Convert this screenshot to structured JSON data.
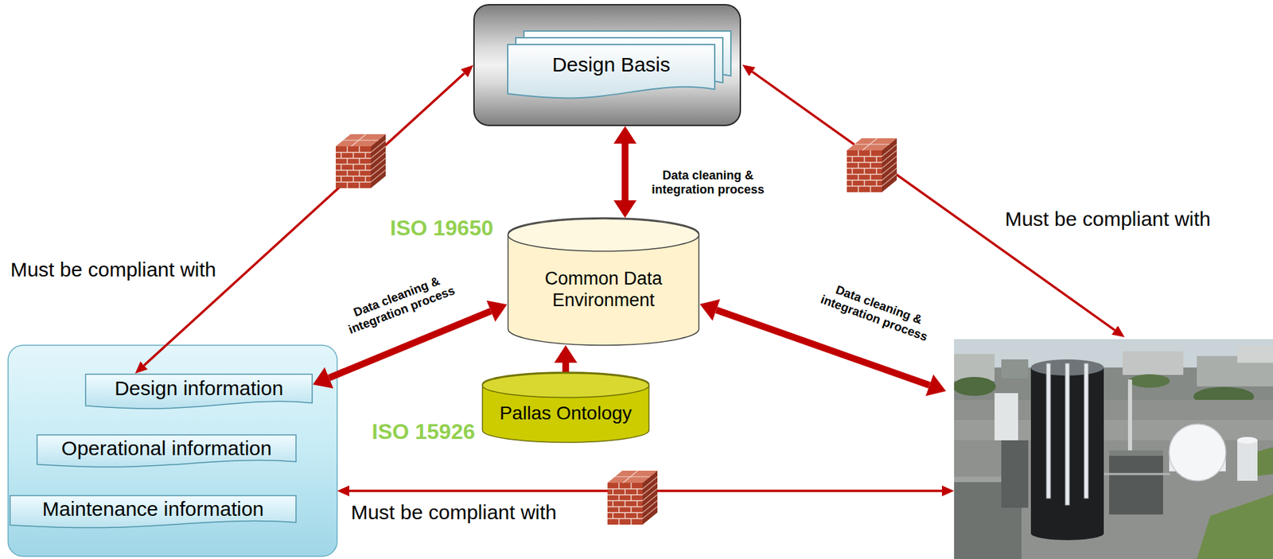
{
  "diagram": {
    "nodes": [
      {
        "text": [
          "Design Basis"
        ]
      },
      {
        "text": [
          "Common Data Environment"
        ]
      },
      {
        "text": [
          "Pallas Ontology"
        ]
      },
      {
        "text": [
          "Design information"
        ]
      },
      {
        "text": [
          "Operational information"
        ]
      },
      {
        "text": [
          "Maintenance information"
        ]
      }
    ],
    "edges": [
      {
        "from": 0,
        "to": 3,
        "arrow": "both",
        "label": "Must be compliant with"
      },
      {
        "from": 0,
        "to": 1,
        "arrow": "both",
        "label": "Data cleaning & integration process"
      },
      {
        "from": 1,
        "to": 3,
        "arrow": "both",
        "label": "Data cleaning & integration process"
      },
      {
        "from": 2,
        "to": 1,
        "arrow": "to"
      }
    ],
    "labels": [
      "ISO 19650",
      "ISO 15926",
      "Must be compliant with",
      "Must be compliant with",
      "Data cleaning & integration process"
    ]
  }
}
